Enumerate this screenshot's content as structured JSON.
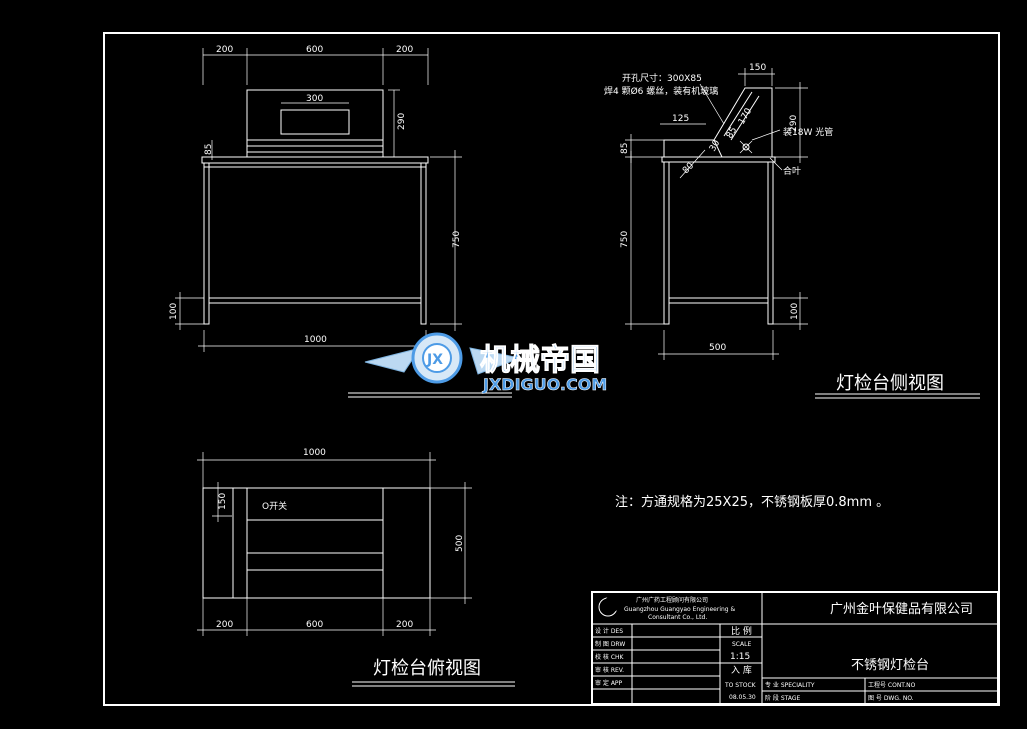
{
  "front_view": {
    "dims_top": [
      "200",
      "600",
      "200"
    ],
    "screen_width": "300",
    "screen_height": "290",
    "ledge": "85",
    "height": "750",
    "bottom_rail": "100",
    "width": "1000"
  },
  "side_view": {
    "title": "灯检台侧视图",
    "note_opening": "开孔尺寸：300X85",
    "note_bolts": "焊4 颗Ø6 螺丝，装有机玻璃",
    "dim_top": "150",
    "dim_125": "125",
    "dim_170": "170",
    "dim_85_diag": "85",
    "dim_30": "30",
    "dim_80": "80",
    "dim_85": "85",
    "dim_290": "290",
    "lamp_label": "装18W 光管",
    "hinge_label": "合叶",
    "height": "750",
    "bottom_rail": "100",
    "depth": "500"
  },
  "top_view": {
    "title": "灯检台俯视图",
    "width": "1000",
    "depth": "500",
    "dim_150": "150",
    "switch_label": "O开关",
    "dims_bottom": [
      "200",
      "600",
      "200"
    ]
  },
  "note": "注：方通规格为25X25，不锈钢板厚0.8mm 。",
  "title_block": {
    "company_cn": "广州广药工程顾问有限公司",
    "company_en_1": "Guangzhou Guangyao Engineering &",
    "company_en_2": "Consultant Co., Ltd.",
    "client": "广州金叶保健品有限公司",
    "rows": [
      "设 计 DES",
      "制 图 DRW",
      "校 核 CHK",
      "审 核 REV.",
      "审 定 APP"
    ],
    "scale_cn": "比 例",
    "scale_en": "SCALE",
    "scale": "1:15",
    "to_stock_cn": "入 库",
    "to_stock_en": "TO STOCK",
    "date": "08.05.30",
    "drawing_name": "不锈钢灯检台",
    "speciality": "专 业 SPECIALITY",
    "stage": "阶 段   STAGE",
    "contract_no": "工程号 CONT.NO",
    "dwg_no": "图 号 DWG. NO."
  },
  "watermark": {
    "logo_text": "JX",
    "name_cn": "机械帝国",
    "name_en": "JXDIGUO.COM"
  }
}
